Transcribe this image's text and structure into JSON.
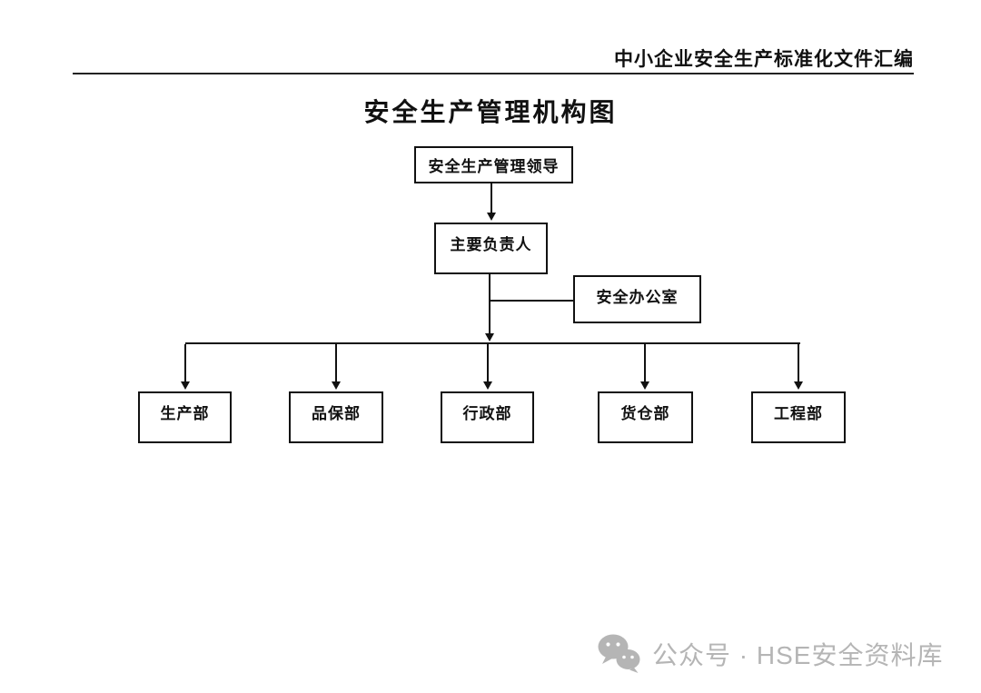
{
  "header": {
    "title": "中小企业安全生产标准化文件汇编"
  },
  "page": {
    "title": "安全生产管理机构图"
  },
  "org_chart": {
    "type": "org-tree",
    "root": "安全生产管理领导",
    "manager": "主要负责人",
    "staff_office": "安全办公室",
    "departments": [
      "生产部",
      "品保部",
      "行政部",
      "货仓部",
      "工程部"
    ],
    "edges": [
      [
        "安全生产管理领导",
        "主要负责人"
      ],
      [
        "主要负责人",
        "安全办公室"
      ],
      [
        "主要负责人",
        "生产部"
      ],
      [
        "主要负责人",
        "品保部"
      ],
      [
        "主要负责人",
        "行政部"
      ],
      [
        "主要负责人",
        "货仓部"
      ],
      [
        "主要负责人",
        "工程部"
      ]
    ]
  },
  "watermark": {
    "text": "公众号 · HSE安全资料库",
    "icon": "wechat-icon",
    "color": "#b5b5b5"
  },
  "colors": {
    "line": "#111111",
    "text": "#111111",
    "background": "#ffffff"
  }
}
